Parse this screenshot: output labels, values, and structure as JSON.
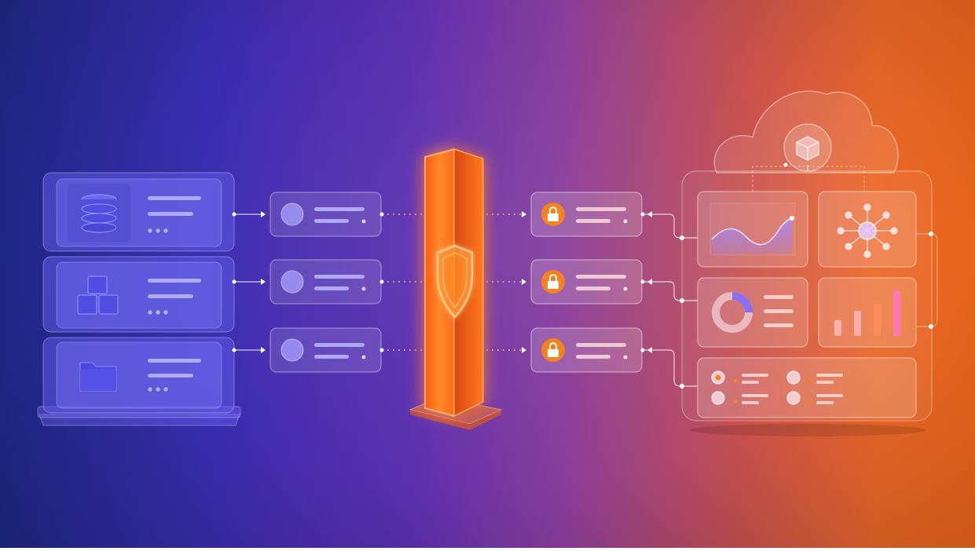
{
  "colors": {
    "gradient_left": "#1f2a8c",
    "gradient_mid": "#5b2fb0",
    "gradient_right": "#f56a1c",
    "firewall": "#ff7a1a",
    "lock_badge": "#f5821f",
    "icon_blue": "#4a48e0"
  },
  "sources": [
    {
      "icon": "database-icon"
    },
    {
      "icon": "cubes-icon"
    },
    {
      "icon": "folder-icon"
    }
  ],
  "inbound_packets": [
    {
      "icon": "circle-node-icon"
    },
    {
      "icon": "circle-node-icon"
    },
    {
      "icon": "circle-node-icon"
    }
  ],
  "gateway": {
    "icon": "shield-icon"
  },
  "secured_packets": [
    {
      "icon": "lock-icon"
    },
    {
      "icon": "lock-icon"
    },
    {
      "icon": "lock-icon"
    }
  ],
  "cloud": {
    "icon": "cube-icon",
    "panels": [
      {
        "icon": "line-chart-icon"
      },
      {
        "icon": "network-graph-icon"
      },
      {
        "icon": "donut-chart-icon"
      },
      {
        "icon": "bar-chart-icon",
        "bar_levels": [
          0.35,
          0.55,
          0.7,
          1.0
        ]
      },
      {
        "icon": "list-icon"
      }
    ]
  }
}
